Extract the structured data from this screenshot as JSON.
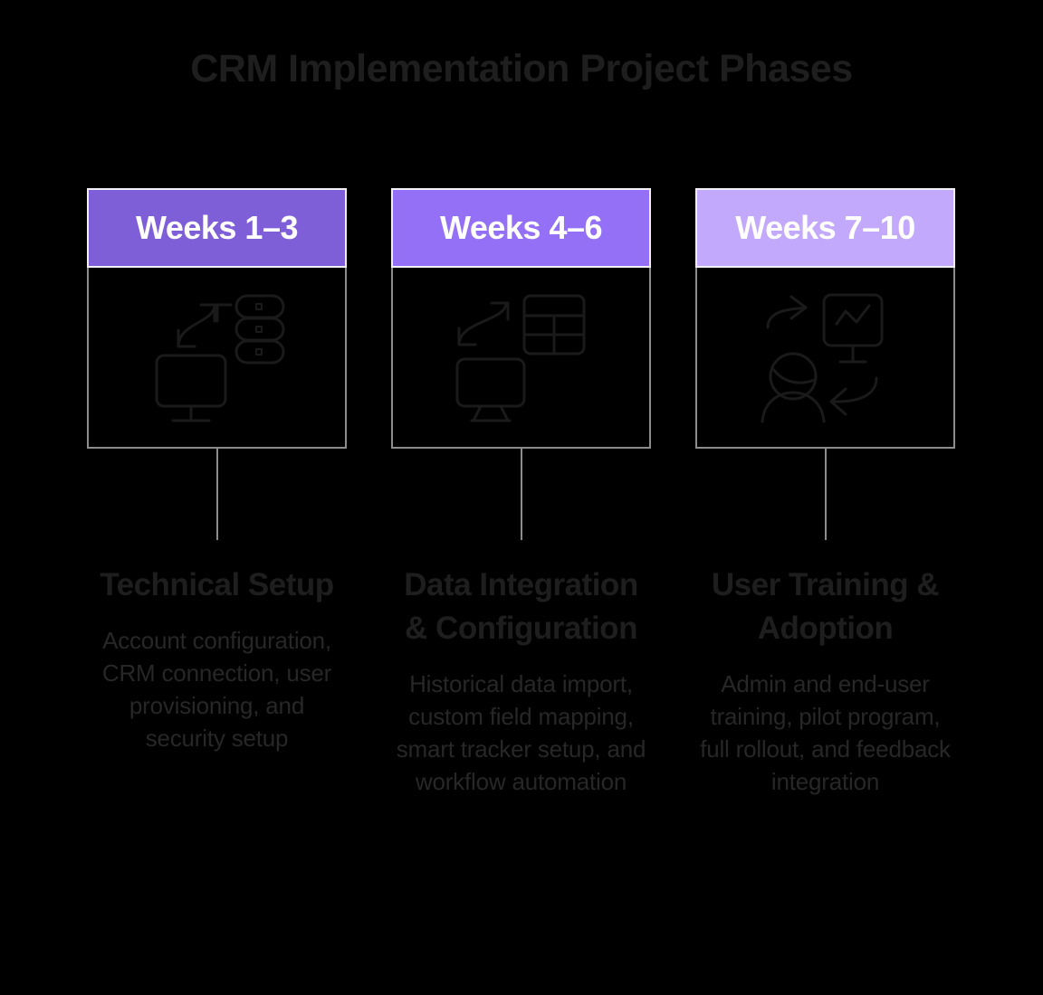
{
  "title": "CRM Implementation Project Phases",
  "colors": {
    "background": "#000000",
    "title_text": "#1e1e1e",
    "phase_name_text": "#1e1e1e",
    "phase_desc_text": "#272727",
    "card_border": "#8c8c8c",
    "header_border": "#f2f0f7",
    "connector": "#8c8c8c",
    "header_text": "#ffffff",
    "icon_stroke": "#1a1a1a",
    "phase1_accent": "#7f5fd8",
    "phase2_accent": "#9370f5",
    "phase3_accent": "#c3a9fb"
  },
  "phases": [
    {
      "badge": "Weeks 1–3",
      "accent": "#7f5fd8",
      "name": "Technical Setup",
      "description": "Account configuration, CRM connection, user provisioning, and security setup",
      "icon": "monitor-database-sync-icon"
    },
    {
      "badge": "Weeks 4–6",
      "accent": "#9370f5",
      "name": "Data Integration & Configuration",
      "description": "Historical data import, custom field mapping, smart tracker setup, and workflow automation",
      "icon": "monitor-table-mapping-icon"
    },
    {
      "badge": "Weeks 7–10",
      "accent": "#c3a9fb",
      "name": "User Training & Adoption",
      "description": "Admin and end-user training, pilot program, full rollout, and feedback integration",
      "icon": "user-training-analytics-icon"
    }
  ]
}
